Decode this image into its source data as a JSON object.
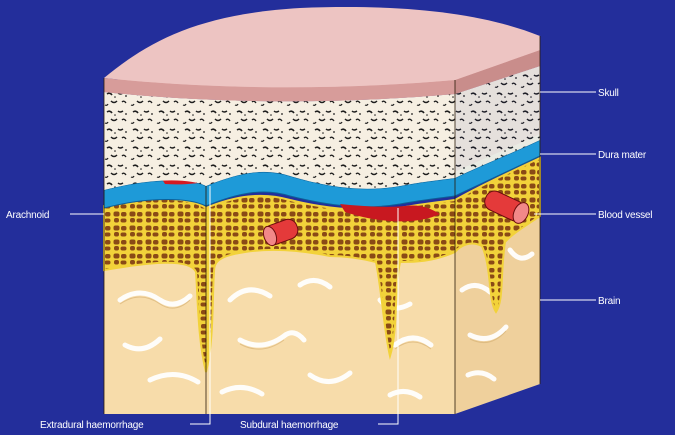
{
  "diagram": {
    "labels": {
      "skull": "Skull",
      "dura_mater": "Dura mater",
      "arachnoid": "Arachnoid",
      "blood_vessel": "Blood vessel",
      "brain": "Brain",
      "extradural": "Extradural haemorrhage",
      "subdural": "Subdural haemorrhage"
    },
    "colors": {
      "background": "#232e9b",
      "skull_outer": "#e8b8b6",
      "skull_bone": "#f6efe2",
      "dura": "#1e9ad8",
      "haemorrhage": "#d41a22",
      "arachnoid_mesh": "#f2d23a",
      "subarachnoid": "#8a4a16",
      "brain": "#f7dcaa",
      "vessel": "#e43a3a"
    }
  }
}
